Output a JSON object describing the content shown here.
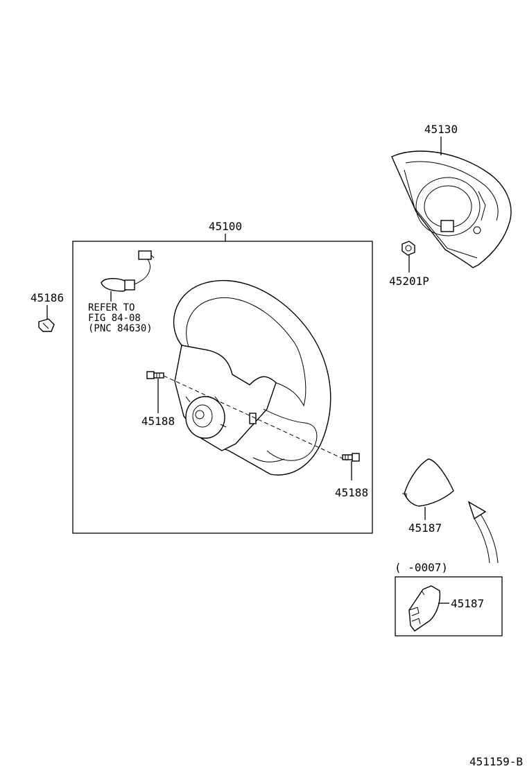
{
  "diagram_id": "451159-B",
  "assembly": {
    "part_no": "45100",
    "refer": {
      "line1": "REFER TO",
      "line2": "FIG 84-08",
      "line3": "(PNC 84630)"
    }
  },
  "parts": {
    "p45130": "45130",
    "p45201p": "45201P",
    "p45186": "45186",
    "p45188_left": "45188",
    "p45188_right": "45188",
    "p45187_main": "45187",
    "p45187_inset": "45187"
  },
  "inset": {
    "range": "(      -0007)"
  }
}
